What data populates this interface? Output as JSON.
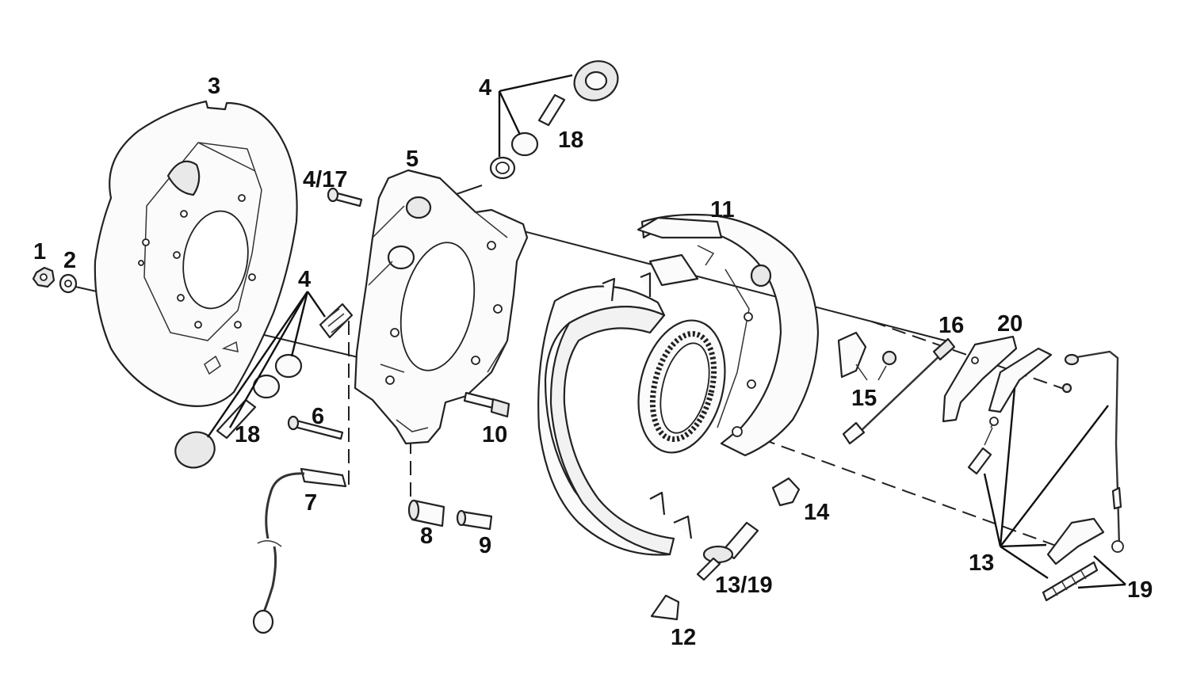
{
  "callouts": [
    {
      "id": "c1",
      "text": "1"
    },
    {
      "id": "c2",
      "text": "2"
    },
    {
      "id": "c3",
      "text": "3"
    },
    {
      "id": "c4a",
      "text": "4"
    },
    {
      "id": "c4b",
      "text": "4"
    },
    {
      "id": "c417",
      "text": "4/17"
    },
    {
      "id": "c5",
      "text": "5"
    },
    {
      "id": "c6",
      "text": "6"
    },
    {
      "id": "c7",
      "text": "7"
    },
    {
      "id": "c8",
      "text": "8"
    },
    {
      "id": "c9",
      "text": "9"
    },
    {
      "id": "c10",
      "text": "10"
    },
    {
      "id": "c11",
      "text": "11"
    },
    {
      "id": "c12",
      "text": "12"
    },
    {
      "id": "c13a",
      "text": "13"
    },
    {
      "id": "c1319",
      "text": "13/19"
    },
    {
      "id": "c14",
      "text": "14"
    },
    {
      "id": "c15",
      "text": "15"
    },
    {
      "id": "c16",
      "text": "16"
    },
    {
      "id": "c18a",
      "text": "18"
    },
    {
      "id": "c18b",
      "text": "18"
    },
    {
      "id": "c19",
      "text": "19"
    },
    {
      "id": "c20",
      "text": "20"
    }
  ]
}
